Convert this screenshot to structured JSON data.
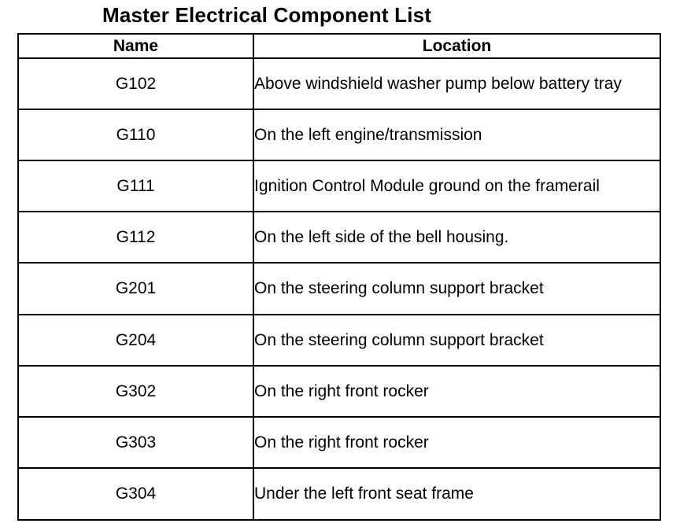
{
  "document": {
    "title": "Master Electrical Component List"
  },
  "table": {
    "headers": {
      "name": "Name",
      "location": "Location"
    },
    "rows": [
      {
        "name": "G102",
        "location": "Above windshield washer pump below battery tray"
      },
      {
        "name": "G110",
        "location": "On the left engine/transmission"
      },
      {
        "name": "G111",
        "location": "Ignition Control Module ground on the framerail"
      },
      {
        "name": "G112",
        "location": "On the left side of the bell housing."
      },
      {
        "name": "G201",
        "location": "On the steering column support bracket"
      },
      {
        "name": "G204",
        "location": "On the steering column support bracket"
      },
      {
        "name": "G302",
        "location": "On the right front rocker"
      },
      {
        "name": "G303",
        "location": "On the right front rocker"
      },
      {
        "name": "G304",
        "location": "Under the left front seat frame"
      }
    ]
  }
}
